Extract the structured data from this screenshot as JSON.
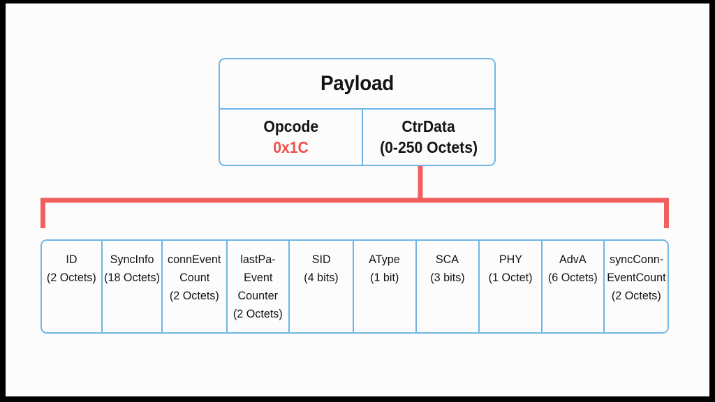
{
  "theme": {
    "box_border_color": "#6FB6E6",
    "connector_color": "#F0605E",
    "accent_text_color": "#F0504E",
    "text_color": "#141414",
    "page_background": "#FDFCFD",
    "frame_color": "#000000"
  },
  "packet": {
    "title": "Payload",
    "fields": [
      {
        "name": "Opcode",
        "value": "0x1C",
        "accent": true
      },
      {
        "name": "CtrData",
        "value": "(0-250 Octets)",
        "accent": false
      }
    ]
  },
  "connector": {
    "type": "bracket",
    "source": "CtrData",
    "target": "ctrdata-fields-table"
  },
  "ctrdata_fields": [
    {
      "lines": [
        "ID",
        "(2 Octets)"
      ],
      "width": 87
    },
    {
      "lines": [
        "SyncInfo",
        "(18 Octets)"
      ],
      "width": 87
    },
    {
      "lines": [
        "connEvent",
        "Count",
        "(2 Octets)"
      ],
      "width": 93
    },
    {
      "lines": [
        "lastPa-",
        "Event",
        "Counter",
        "(2 Octets)"
      ],
      "width": 90
    },
    {
      "lines": [
        "SID",
        "(4 bits)"
      ],
      "width": 92
    },
    {
      "lines": [
        "AType",
        "(1 bit)"
      ],
      "width": 90
    },
    {
      "lines": [
        "SCA",
        "(3 bits)"
      ],
      "width": 91
    },
    {
      "lines": [
        "PHY",
        "(1 Octet)"
      ],
      "width": 90
    },
    {
      "lines": [
        "AdvA",
        "(6 Octets)"
      ],
      "width": 90
    },
    {
      "lines": [
        "syncConn-",
        "EventCount",
        "(2 Octets)"
      ],
      "width": 90
    }
  ]
}
